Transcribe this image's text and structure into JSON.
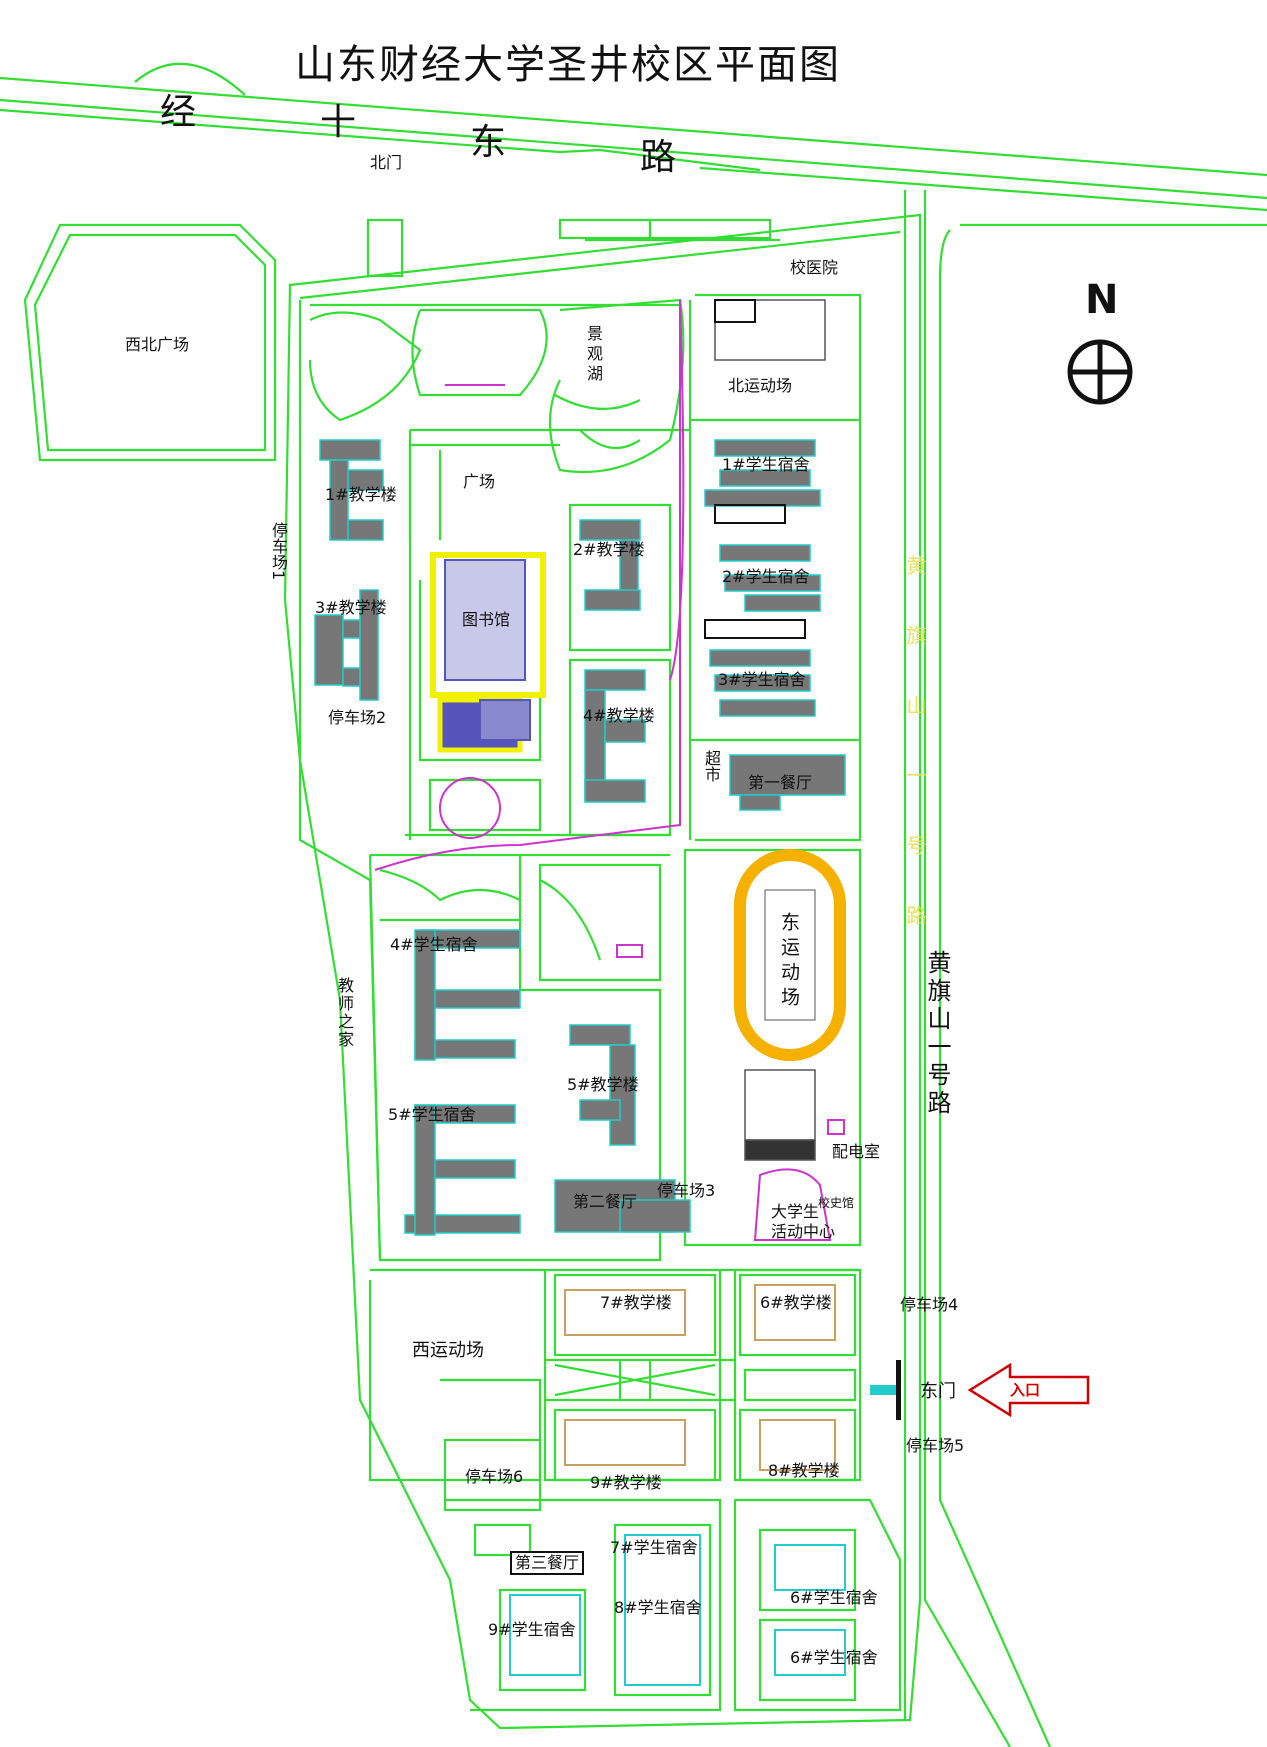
{
  "title": "山东财经大学圣井校区平面图",
  "roads": {
    "north_road_chars": [
      "经",
      "十",
      "东",
      "路"
    ],
    "east_road": "黄旗山一号路",
    "east_road_faint": "黄旗山一号路"
  },
  "compass": {
    "letter": "N"
  },
  "entrance": {
    "label": "入口"
  },
  "places": {
    "north_gate": "北门",
    "clinic": "校医院",
    "northwest_square": "西北广场",
    "lake": "景观湖",
    "north_field": "北运动场",
    "square": "广场",
    "teaching_1": "1#教学楼",
    "teaching_2": "2#教学楼",
    "teaching_3": "3#教学楼",
    "teaching_4": "4#教学楼",
    "teaching_5": "5#教学楼",
    "teaching_6": "6#教学楼",
    "teaching_7": "7#教学楼",
    "teaching_8": "8#教学楼",
    "teaching_9": "9#教学楼",
    "dorm_1": "1#学生宿舍",
    "dorm_2": "2#学生宿舍",
    "dorm_3": "3#学生宿舍",
    "dorm_4": "4#学生宿舍",
    "dorm_5": "5#学生宿舍",
    "dorm_6a": "6#学生宿舍",
    "dorm_6b": "6#学生宿舍",
    "dorm_7": "7#学生宿舍",
    "dorm_8": "8#学生宿舍",
    "dorm_9": "9#学生宿舍",
    "library": "图书馆",
    "parking_1": "停车场1",
    "parking_2": "停车场2",
    "parking_3": "停车场3",
    "parking_4": "停车场4",
    "parking_5": "停车场5",
    "parking_6": "停车场6",
    "supermarket": "超市",
    "canteen_1": "第一餐厅",
    "canteen_2": "第二餐厅",
    "canteen_3": "第三餐厅",
    "east_field": "东运动场",
    "teachers_home": "教师之家",
    "power_room": "配电室",
    "history_hall": "校史馆",
    "activity_center_1": "大学生",
    "activity_center_2": "活动中心",
    "west_field": "西运动场",
    "east_gate": "东门"
  },
  "colors": {
    "road": "#33dd33",
    "building": "#777777",
    "outline": "#22cccc",
    "path": "#cc33cc",
    "track": "#f5b000",
    "library": "#5555bb",
    "library_frame": "#f0f000",
    "entrance": "#cc0000",
    "east_gate_bar": "#22cccc"
  }
}
